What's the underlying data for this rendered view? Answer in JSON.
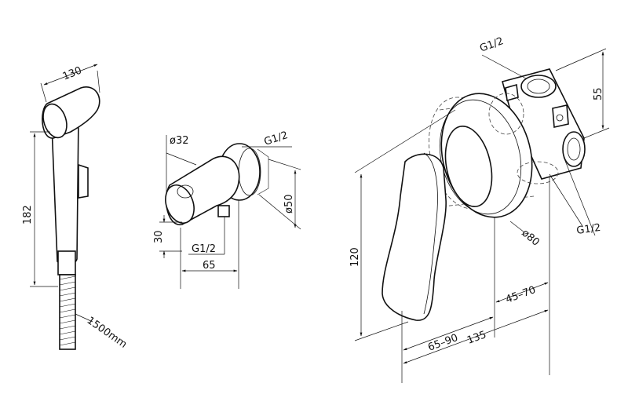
{
  "drawing": {
    "colors": {
      "line": "#111111",
      "background": "#ffffff",
      "hidden_line": "#444444"
    },
    "hand_shower": {
      "head_width": "130",
      "height": "182",
      "hose_length": "1500mm"
    },
    "wall_outlet": {
      "diameter_small": "ø32",
      "thread_top": "G1/2",
      "diameter_flange": "ø50",
      "height": "30",
      "thread_bottom": "G1/2",
      "depth": "65"
    },
    "mixer": {
      "thread_top": "G1/2",
      "body_height": "55",
      "thread_right": "G1/2",
      "plate_diameter": "ø80",
      "height": "120",
      "wall_depth": "45–70",
      "lever_depth": "65–90",
      "total_depth": "135"
    }
  }
}
